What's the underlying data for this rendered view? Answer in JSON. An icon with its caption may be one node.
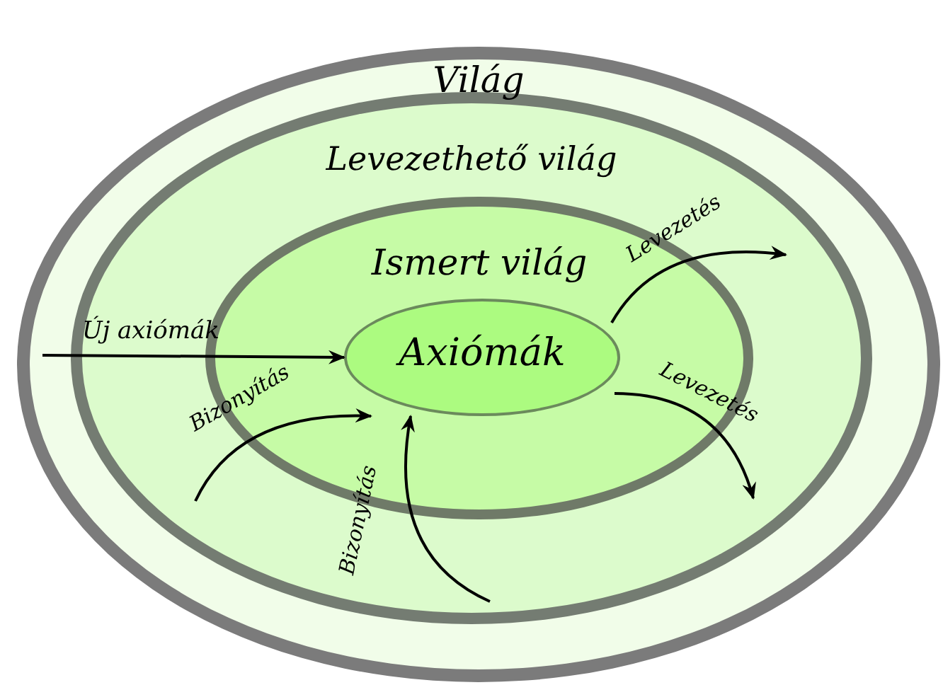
{
  "diagram": {
    "nodes": [
      {
        "text": [
          "Világ"
        ]
      },
      {
        "text": [
          "Levezethető világ"
        ],
        "in": 0
      },
      {
        "text": [
          "Ismert világ"
        ],
        "in": 1
      },
      {
        "text": [
          "Axiómák"
        ],
        "in": 2
      }
    ],
    "edges": [
      {
        "from": 3,
        "to": null,
        "arrow": "to",
        "label": "Levezetés"
      },
      {
        "from": null,
        "to": 3,
        "arrow": "to",
        "label": "Új axiómák"
      },
      {
        "from": 3,
        "to": null,
        "arrow": "to",
        "label": "Levezetés"
      },
      {
        "from": null,
        "to": 3,
        "arrow": "to",
        "label": "Bizonyítás"
      },
      {
        "from": null,
        "to": 3,
        "arrow": "to",
        "label": "Bizonyítás"
      }
    ]
  }
}
